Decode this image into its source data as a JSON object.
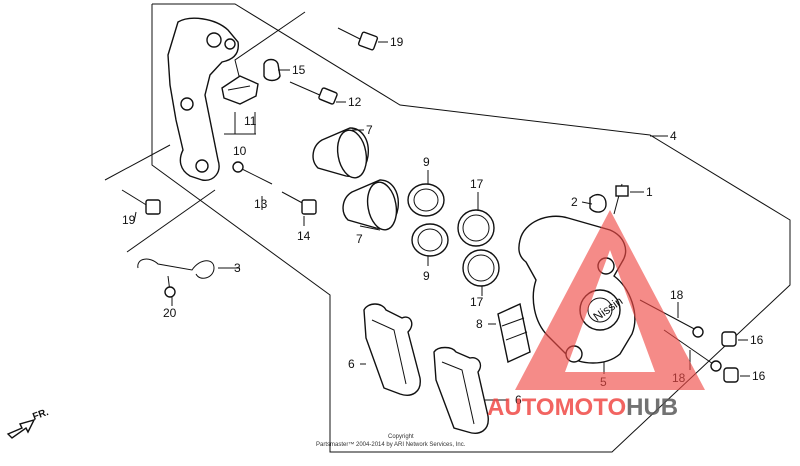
{
  "diagram": {
    "callouts": [
      {
        "id": "c1",
        "text": "1"
      },
      {
        "id": "c2",
        "text": "2"
      },
      {
        "id": "c3",
        "text": "3"
      },
      {
        "id": "c4",
        "text": "4"
      },
      {
        "id": "c5",
        "text": "5"
      },
      {
        "id": "c6a",
        "text": "6"
      },
      {
        "id": "c6b",
        "text": "6"
      },
      {
        "id": "c7a",
        "text": "7"
      },
      {
        "id": "c7b",
        "text": "7"
      },
      {
        "id": "c8",
        "text": "8"
      },
      {
        "id": "c9a",
        "text": "9"
      },
      {
        "id": "c9b",
        "text": "9"
      },
      {
        "id": "c10",
        "text": "10"
      },
      {
        "id": "c11",
        "text": "11"
      },
      {
        "id": "c12",
        "text": "12"
      },
      {
        "id": "c13",
        "text": "13"
      },
      {
        "id": "c14",
        "text": "14"
      },
      {
        "id": "c15",
        "text": "15"
      },
      {
        "id": "c16a",
        "text": "16"
      },
      {
        "id": "c16b",
        "text": "16"
      },
      {
        "id": "c17a",
        "text": "17"
      },
      {
        "id": "c17b",
        "text": "17"
      },
      {
        "id": "c18a",
        "text": "18"
      },
      {
        "id": "c18b",
        "text": "18"
      },
      {
        "id": "c19a",
        "text": "19"
      },
      {
        "id": "c19b",
        "text": "19"
      },
      {
        "id": "c20",
        "text": "20"
      }
    ],
    "direction_label": "FR.",
    "copyright_line1": "Copyright",
    "copyright_line2": "Partsmaster™ 2004-2014 by ARI Network Services, Inc.",
    "caliper_marking": "Nissin"
  },
  "watermark": {
    "part1": "AUTO",
    "part2": "MOTO",
    "part3": "HUB",
    "accent_color": "#f04a46",
    "dark_color": "#5a5a5a"
  }
}
